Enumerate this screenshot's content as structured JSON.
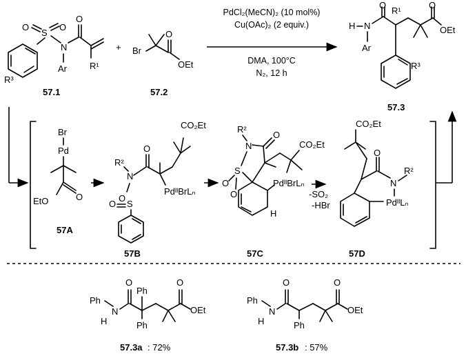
{
  "reaction": {
    "conditions": {
      "line1": "PdCl₂(MeCN)₂ (10 mol%)",
      "line2": "Cu(OAc)₂ (2 equiv.)",
      "line3": "DMA, 100°C",
      "line4": "N₂, 12 h"
    },
    "plus": "+",
    "compounds": {
      "c571": "57.1",
      "c572": "57.2",
      "c573": "57.3",
      "c57A": "57A",
      "c57B": "57B",
      "c57C": "57C",
      "c57D": "57D"
    },
    "atoms": {
      "O": "O",
      "S": "S",
      "N": "N",
      "Ar": "Ar",
      "R1": "R¹",
      "R2": "R²",
      "R3": "R³",
      "Br": "Br",
      "Pd": "Pd",
      "OEt": "OEt",
      "EtO": "EtO",
      "H": "H",
      "Ph": "Ph",
      "CO2Et": "CO₂Et",
      "PdBrLn": "PdᴵᴵBrLₙ",
      "PdLn": "PdᴵᴵLₙ"
    },
    "elimination": {
      "so2": "-SO₂",
      "hbr": "-HBr"
    }
  },
  "examples": [
    {
      "id": "57.3a",
      "yield": ": 72%"
    },
    {
      "id": "57.3b",
      "yield": ": 57%"
    }
  ]
}
